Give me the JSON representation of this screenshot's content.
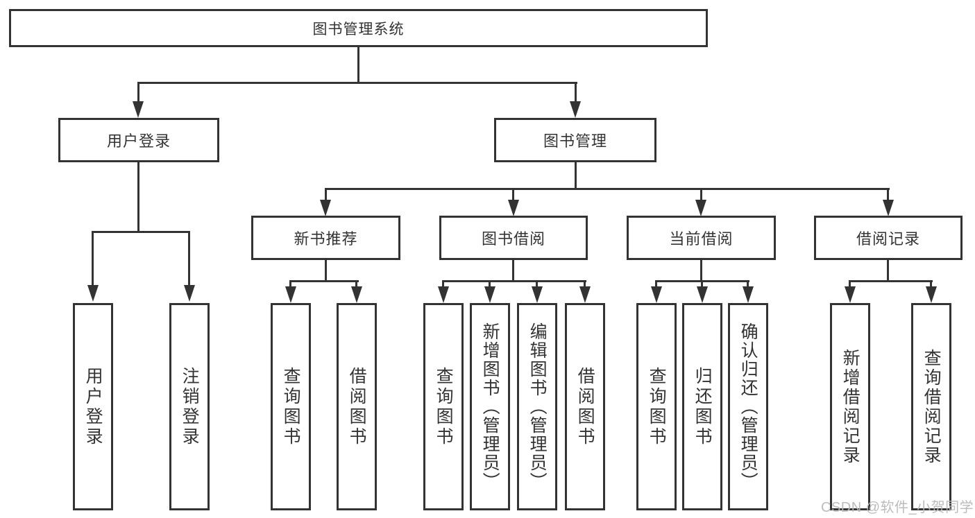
{
  "diagram_title": "图书管理系统",
  "tree": {
    "root": {
      "label": "图书管理系统"
    },
    "level2": [
      {
        "label": "用户登录"
      },
      {
        "label": "图书管理"
      }
    ],
    "level3": [
      {
        "label": "新书推荐",
        "parent": "图书管理"
      },
      {
        "label": "图书借阅",
        "parent": "图书管理"
      },
      {
        "label": "当前借阅",
        "parent": "图书管理"
      },
      {
        "label": "借阅记录",
        "parent": "图书管理"
      }
    ],
    "leaves": [
      {
        "label": "用户登录",
        "parent": "用户登录"
      },
      {
        "label": "注销登录",
        "parent": "用户登录"
      },
      {
        "label": "查询图书",
        "parent": "新书推荐"
      },
      {
        "label": "借阅图书",
        "parent": "新书推荐"
      },
      {
        "label": "查询图书",
        "parent": "图书借阅"
      },
      {
        "label": "新增图书（管理员）",
        "parent": "图书借阅"
      },
      {
        "label": "编辑图书（管理员）",
        "parent": "图书借阅"
      },
      {
        "label": "借阅图书",
        "parent": "图书借阅"
      },
      {
        "label": "查询图书",
        "parent": "当前借阅"
      },
      {
        "label": "归还图书",
        "parent": "当前借阅"
      },
      {
        "label": "确认归还（管理员）",
        "parent": "当前借阅"
      },
      {
        "label": "新增借阅记录",
        "parent": "借阅记录"
      },
      {
        "label": "查询借阅记录",
        "parent": "借阅记录"
      }
    ]
  },
  "watermark": {
    "text": "CSDN @软件_小贺同学"
  },
  "colors": {
    "line": "#333333",
    "text": "#333333",
    "watermark": "#b8b8b8",
    "background": "#ffffff"
  }
}
